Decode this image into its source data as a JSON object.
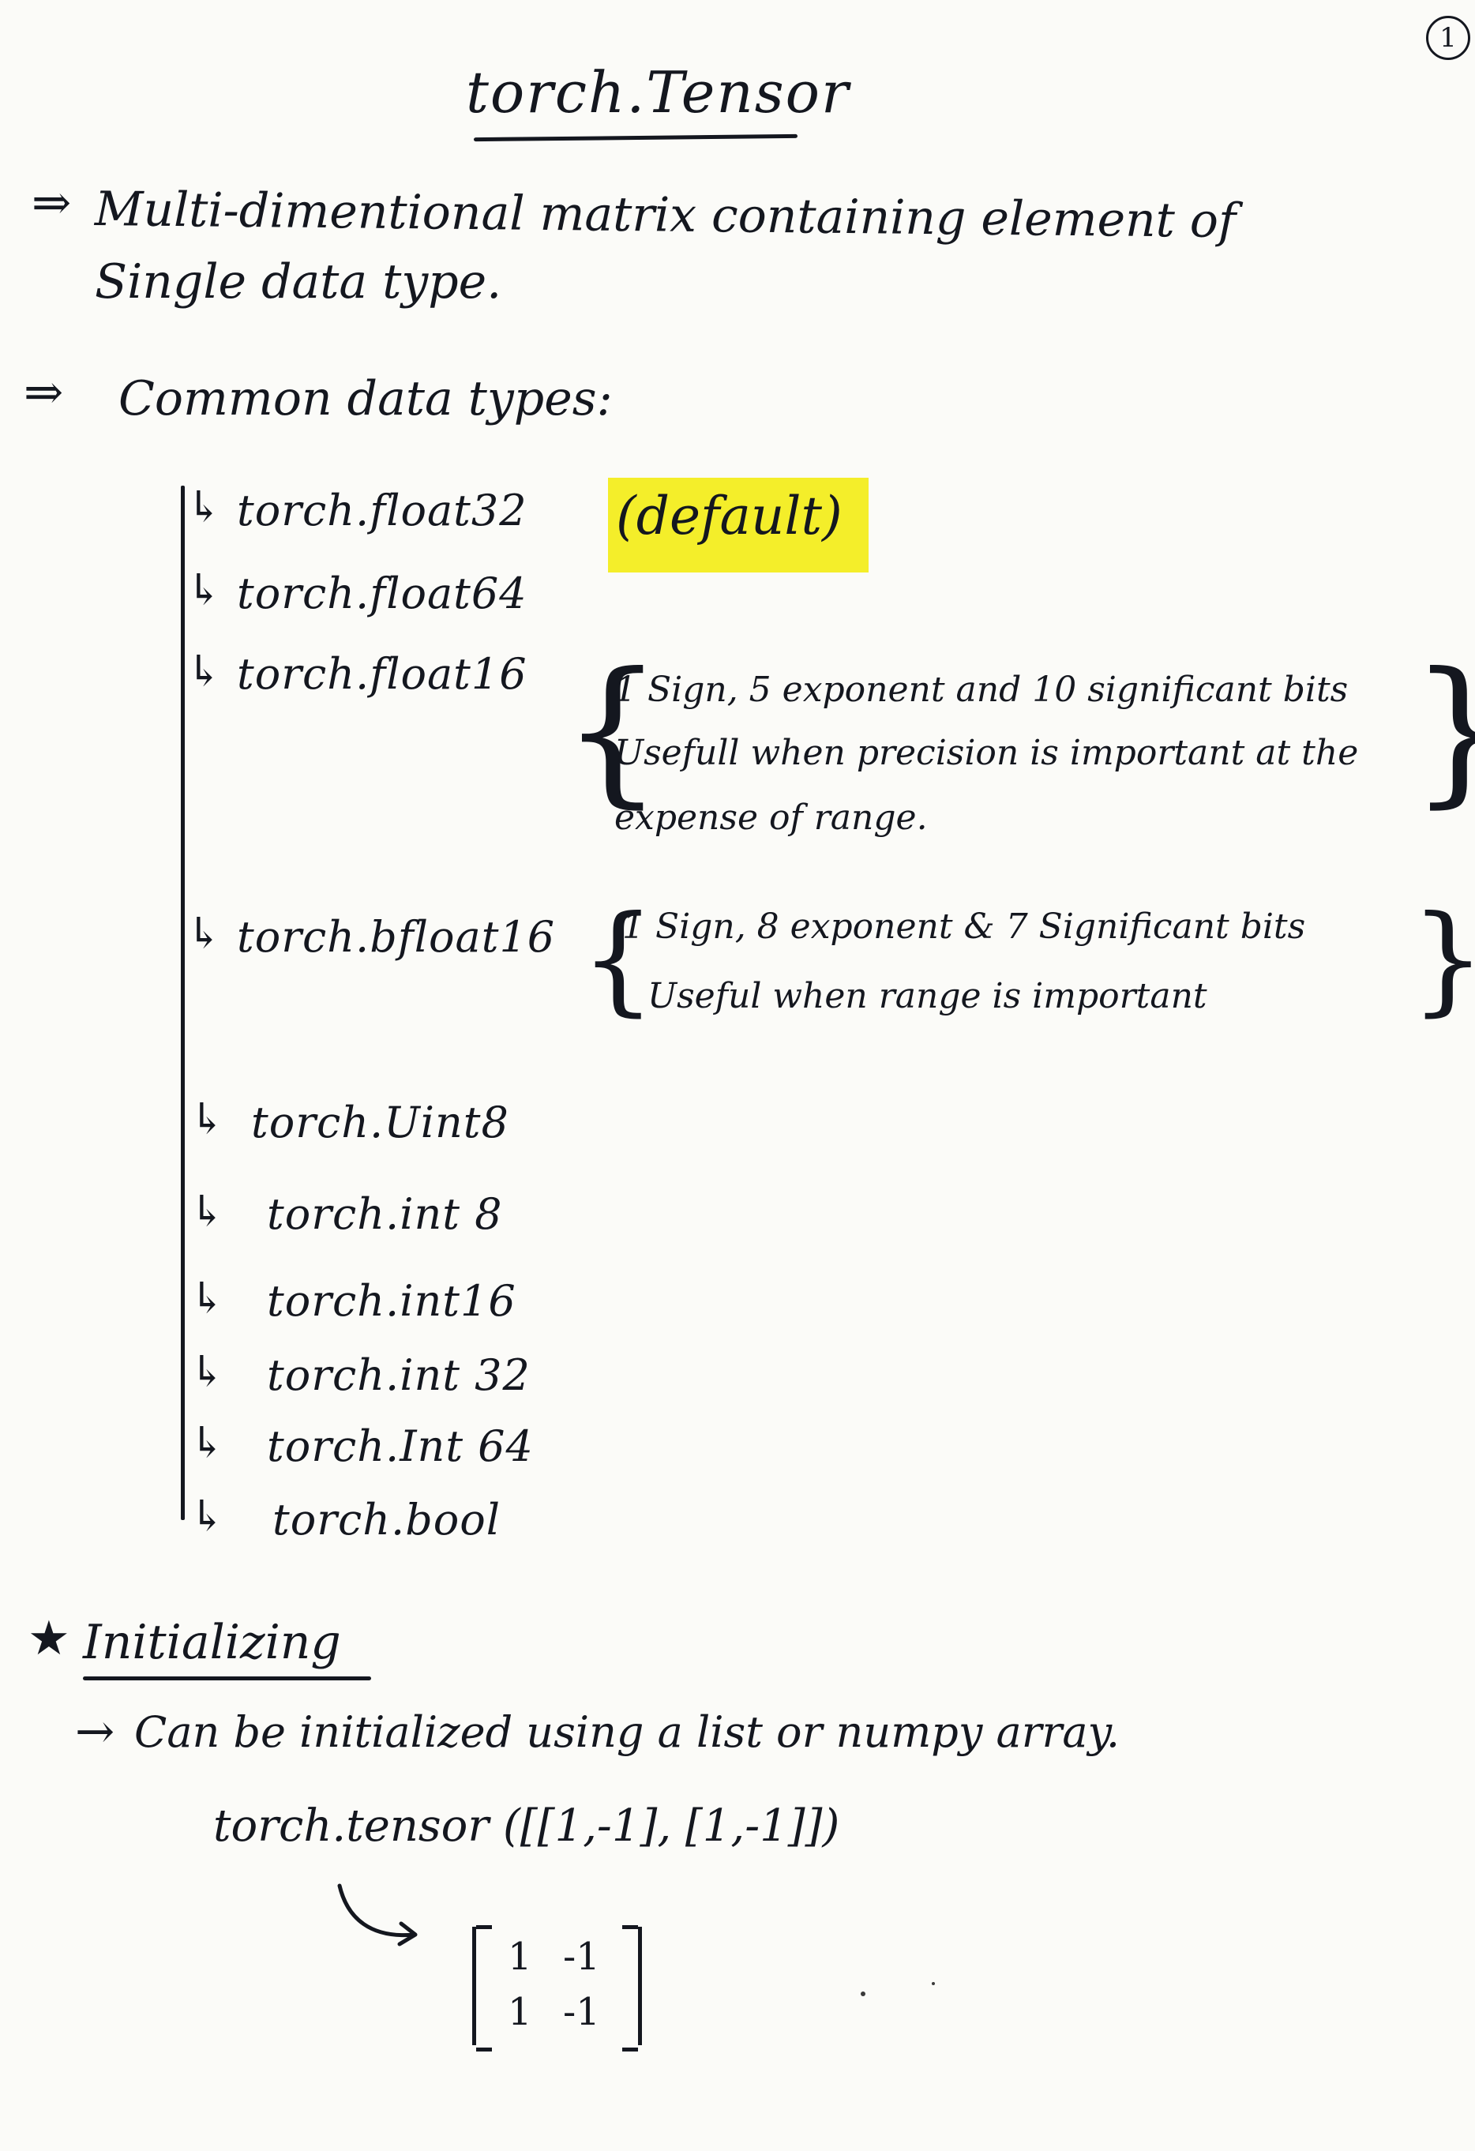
{
  "page": {
    "number": "1",
    "title": "torch.Tensor"
  },
  "intro": {
    "bullet": "⇒",
    "line1": "Multi-dimentional matrix containing element of",
    "line2": "Single data type."
  },
  "common": {
    "bullet": "⇒",
    "heading": "Common data types:"
  },
  "dtypes": [
    {
      "arrow": "↳",
      "name": "torch.float32",
      "tag": "(default)"
    },
    {
      "arrow": "↳",
      "name": "torch.float64"
    },
    {
      "arrow": "↳",
      "name": "torch.float16",
      "notes": [
        "1 Sign, 5 exponent and 10 significant bits",
        "Usefull when precision is important at the",
        "expense of range."
      ]
    },
    {
      "arrow": "↳",
      "name": "torch.bfloat16",
      "notes": [
        "1 Sign, 8 exponent & 7 Significant bits",
        "Useful when range is important"
      ]
    },
    {
      "arrow": "↳",
      "name": "torch.Uint8"
    },
    {
      "arrow": "↳",
      "name": "torch.int 8"
    },
    {
      "arrow": "↳",
      "name": "torch.int16"
    },
    {
      "arrow": "↳",
      "name": "torch.int 32"
    },
    {
      "arrow": "↳",
      "name": "torch.Int 64"
    },
    {
      "arrow": "↳",
      "name": "torch.bool"
    }
  ],
  "initializing": {
    "star": "★",
    "heading": "Initializing",
    "arrow": "→",
    "line": "Can be initialized using a list or numpy array.",
    "code": "torch.tensor ([[1,-1], [1,-1]])",
    "matrix": [
      [
        "1",
        "-1"
      ],
      [
        "1",
        "-1"
      ]
    ]
  },
  "colors": {
    "ink": "#14171f",
    "highlight": "#f4ee2a",
    "paper": "#fbfbf8"
  }
}
